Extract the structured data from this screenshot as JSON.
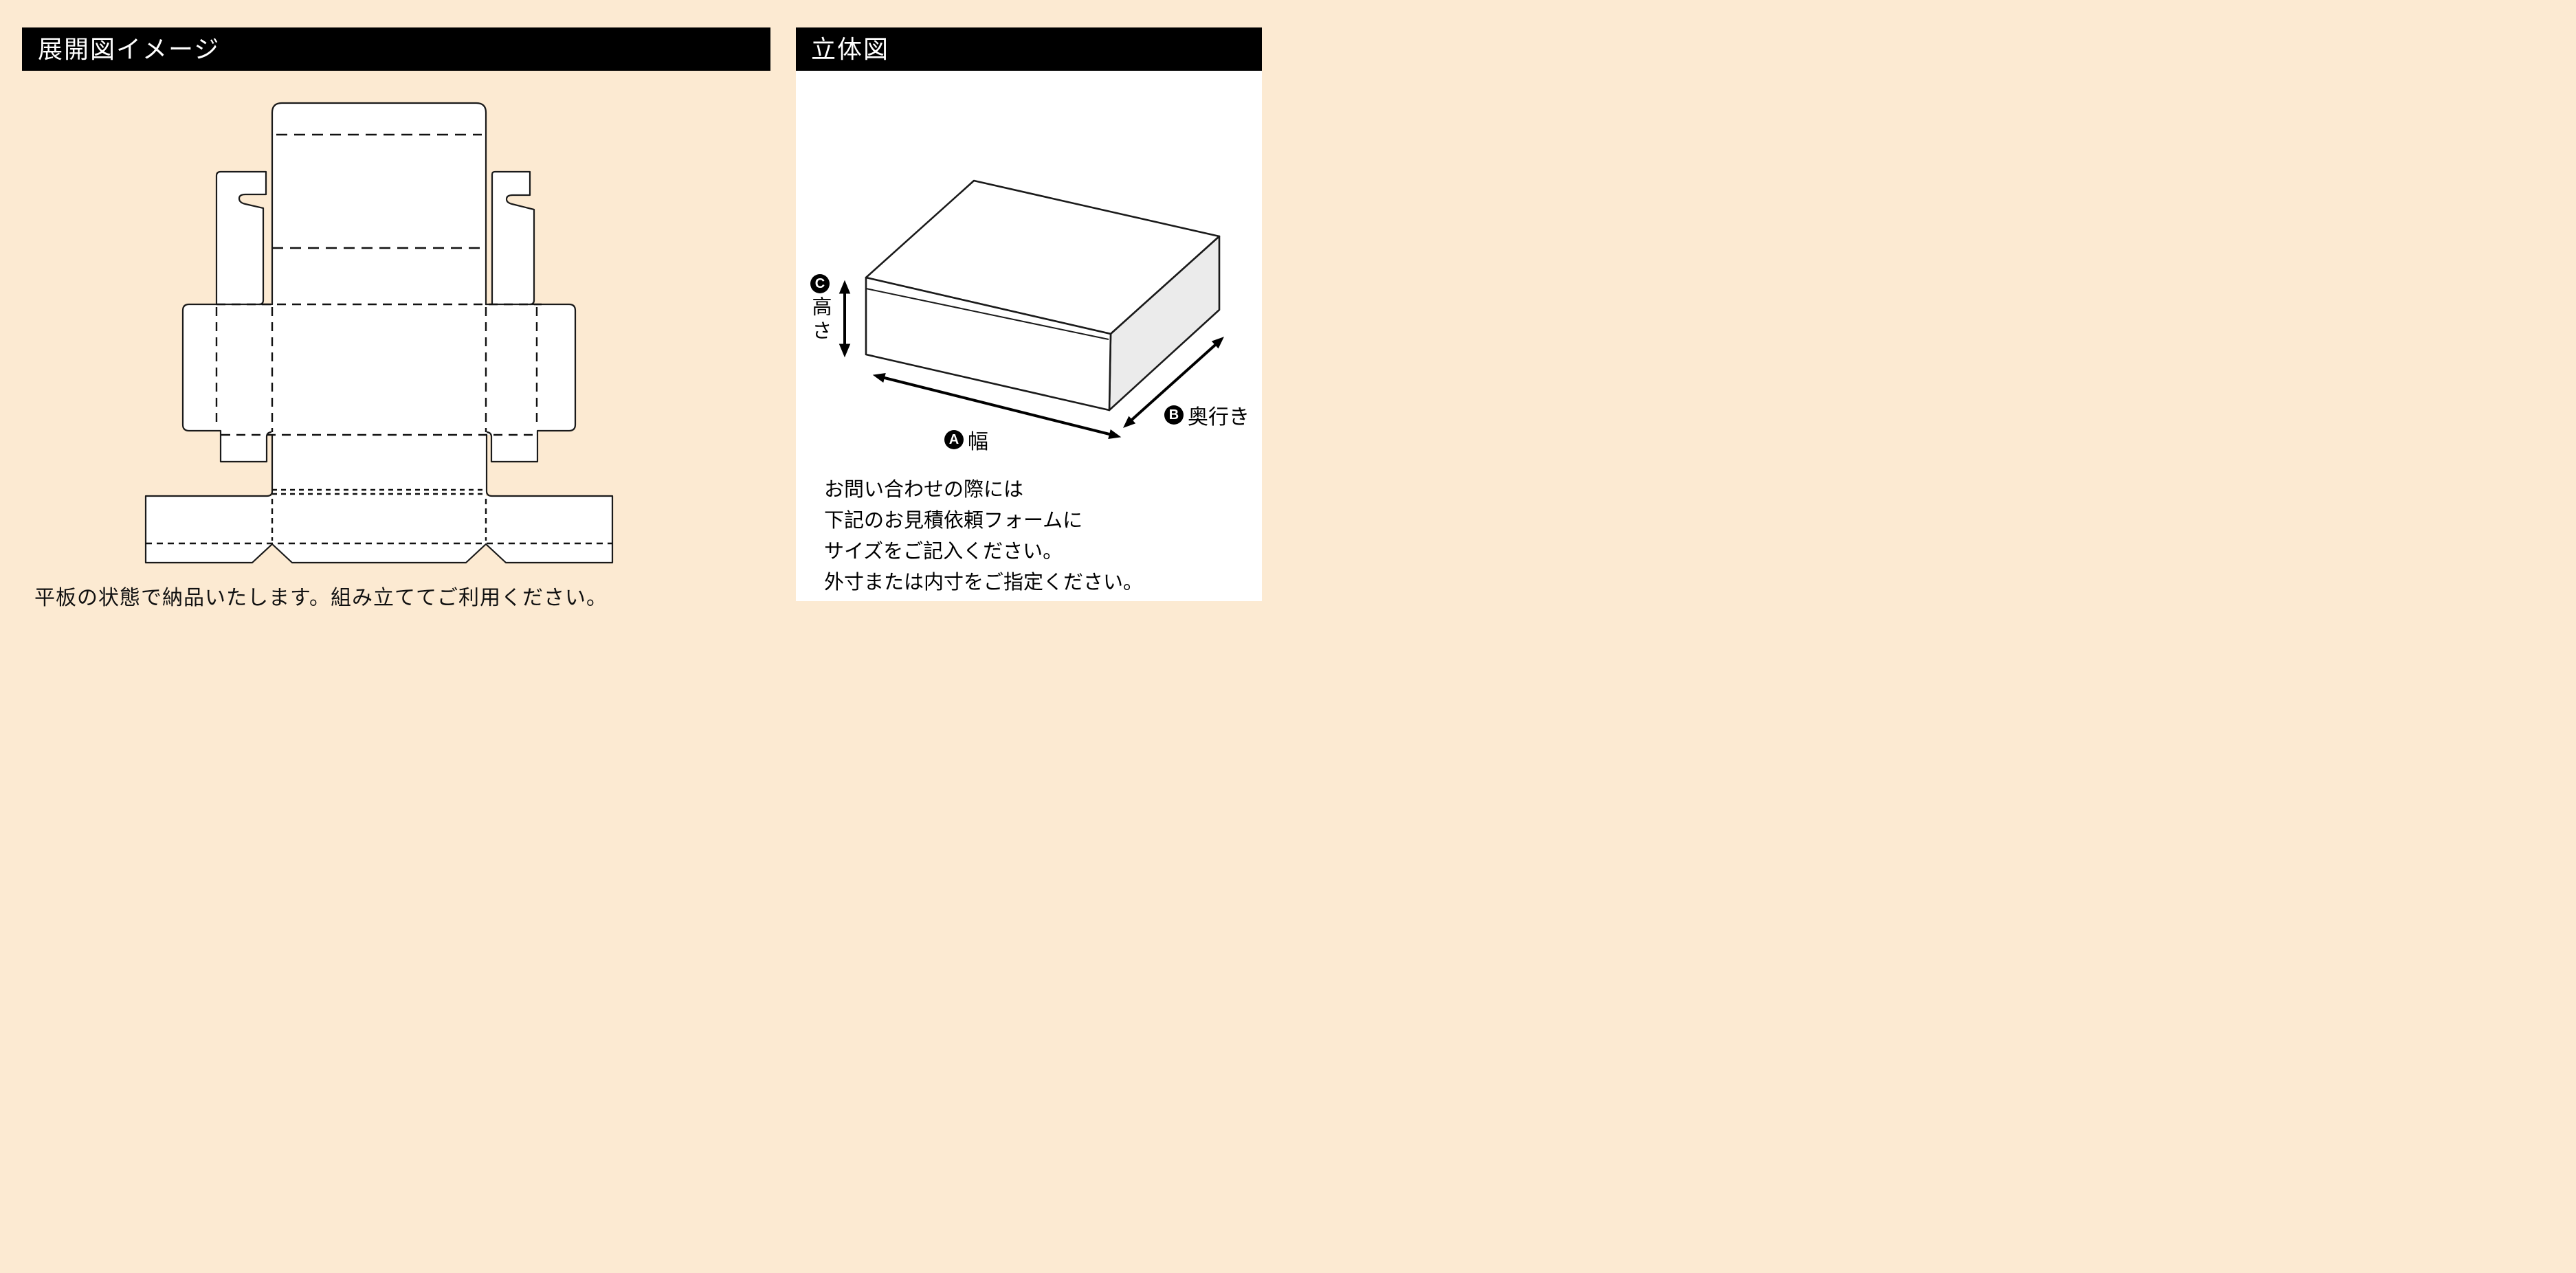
{
  "colors": {
    "background": "#FCEAD2",
    "header_bar": "#000000",
    "panel_background": "#FFFFFF",
    "outline": "#1A1A1A",
    "box_side_face": "#EBEBEB",
    "dieline_fill": "#FFFFFF"
  },
  "left_panel": {
    "title": "展開図イメージ",
    "caption": "平板の状態で納品いたします。組み立ててご利用ください。"
  },
  "right_panel": {
    "title": "立体図",
    "dimensions": {
      "height": {
        "letter": "C",
        "label": "高さ"
      },
      "width": {
        "letter": "A",
        "label": "幅"
      },
      "depth": {
        "letter": "B",
        "label": "奥行き"
      }
    },
    "note_lines": [
      "お問い合わせの際には",
      "下記のお見積依頼フォームに",
      "サイズをご記入ください。",
      "外寸または内寸をご指定ください。"
    ]
  }
}
